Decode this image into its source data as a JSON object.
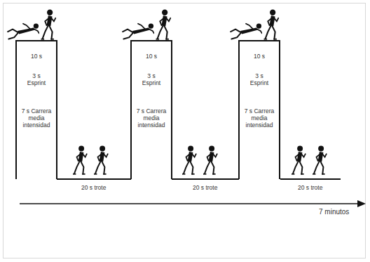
{
  "diagram": {
    "nodes": [
      {
        "text": [
          "10 s",
          "3 s Esprint",
          "7 s Carrera media intensidad"
        ]
      },
      {
        "text": [
          "10 s",
          "3 s Esprint",
          "7 s Carrera media intensidad"
        ]
      },
      {
        "text": [
          "10 s",
          "3 s Esprint",
          "7 s Carrera media intensidad"
        ]
      }
    ],
    "edges": [
      {
        "from": 0,
        "to": 1,
        "arrow": "none",
        "label": "20 s trote"
      },
      {
        "from": 1,
        "to": 2,
        "arrow": "none",
        "label": "20 s trote"
      }
    ],
    "labels": [
      "20 s trote",
      "7 minutos"
    ]
  }
}
